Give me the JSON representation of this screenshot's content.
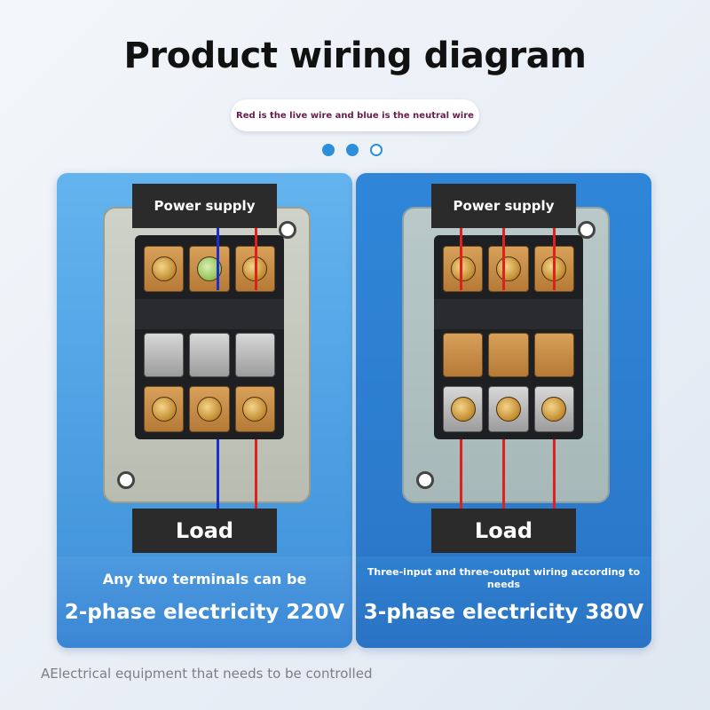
{
  "header": {
    "title": "Product wiring diagram",
    "subtitle": "Red is the live wire and blue is the neutral wire"
  },
  "carousel": {
    "count": 3,
    "active": [
      0,
      1
    ]
  },
  "colors": {
    "live": "#e0201e",
    "neutral": "#1a2fd0",
    "accent": "#2b8fdb"
  },
  "panels": [
    {
      "power_label": "Power supply",
      "load_label": "Load",
      "note": "Any two terminals can be",
      "phase": "2-phase electricity 220V"
    },
    {
      "power_label": "Power supply",
      "load_label": "Load",
      "note": "Three-input and three-output wiring according to needs",
      "phase": "3-phase electricity 380V"
    }
  ],
  "footer": "AElectrical equipment that needs to be controlled"
}
